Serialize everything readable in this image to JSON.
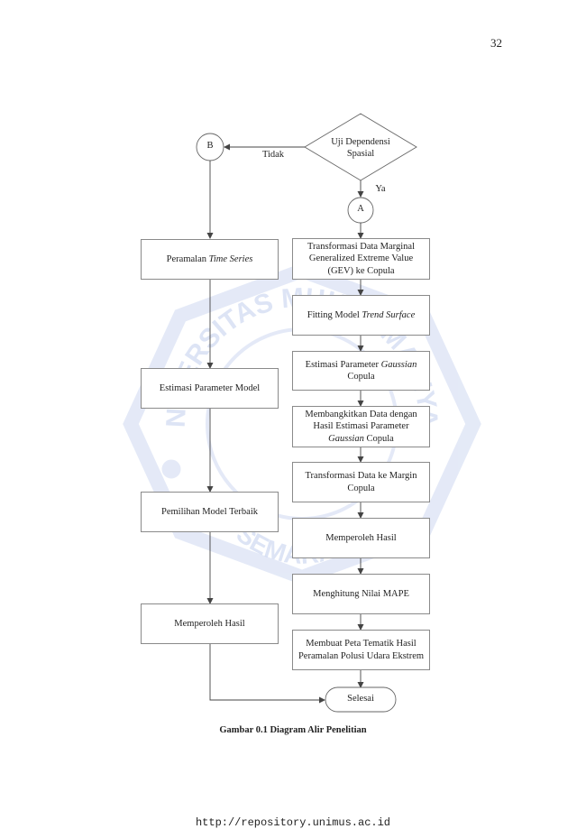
{
  "page_number": "32",
  "decision": {
    "line1": "Uji Dependensi",
    "line2": "Spasial",
    "no_label": "Tidak",
    "yes_label": "Ya"
  },
  "connectors": {
    "b": "B",
    "a": "A"
  },
  "left": {
    "box1": {
      "prefix": "Peramalan ",
      "italic": "Time Series"
    },
    "box2": "Estimasi Parameter Model",
    "box3": "Pemilihan Model Terbaik",
    "box4": "Memperoleh Hasil"
  },
  "right": {
    "box1": {
      "l1": "Transformasi Data Marginal",
      "l2": "Generalized Extreme Value",
      "l3": "(GEV) ke Copula"
    },
    "box2": {
      "prefix": "Fitting Model ",
      "italic": "Trend Surface"
    },
    "box3": {
      "prefix": "Estimasi Parameter ",
      "italic": "Gaussian",
      "l2": "Copula"
    },
    "box4": {
      "l1": "Membangkitkan Data dengan",
      "l2": "Hasil Estimasi Parameter",
      "italic": "Gaussian",
      "suffix": " Copula"
    },
    "box5": {
      "l1": "Transformasi Data ke Margin",
      "l2": "Copula"
    },
    "box6": "Memperoleh Hasil",
    "box7": "Menghitung Nilai MAPE",
    "box8": {
      "l1": "Membuat Peta Tematik Hasil",
      "l2": "Peramalan Polusi Udara Ekstrem"
    }
  },
  "terminal": "Selesai",
  "caption": "Gambar 0.1 Diagram Alir Penelitian",
  "footer": "http://repository.unimus.ac.id",
  "watermark": {
    "top_text": "UNIVERSITAS MUHAMMADIYAH",
    "bottom_text": "SEMARANG"
  },
  "colors": {
    "line": "#444444",
    "border": "#8a8a8a",
    "watermark": "#b8c8ea"
  }
}
